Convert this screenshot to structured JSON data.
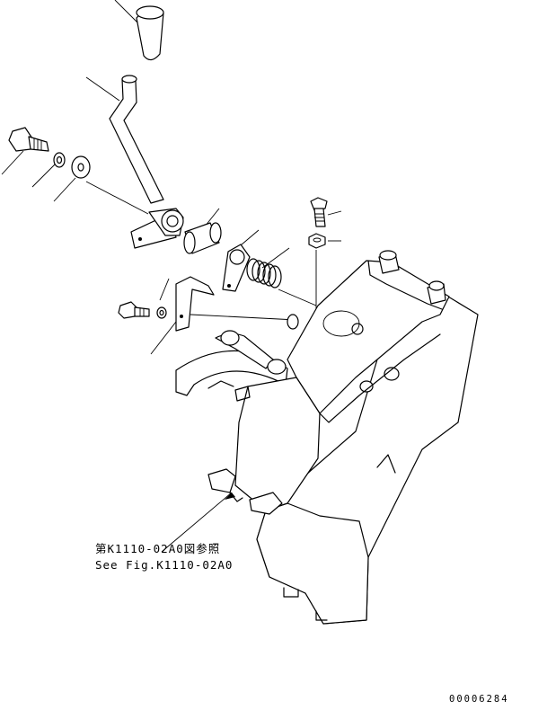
{
  "reference": {
    "japanese": "第K1110-02A0図参照",
    "english": "See Fig.K1110-02A0"
  },
  "drawing_number": "00006284"
}
